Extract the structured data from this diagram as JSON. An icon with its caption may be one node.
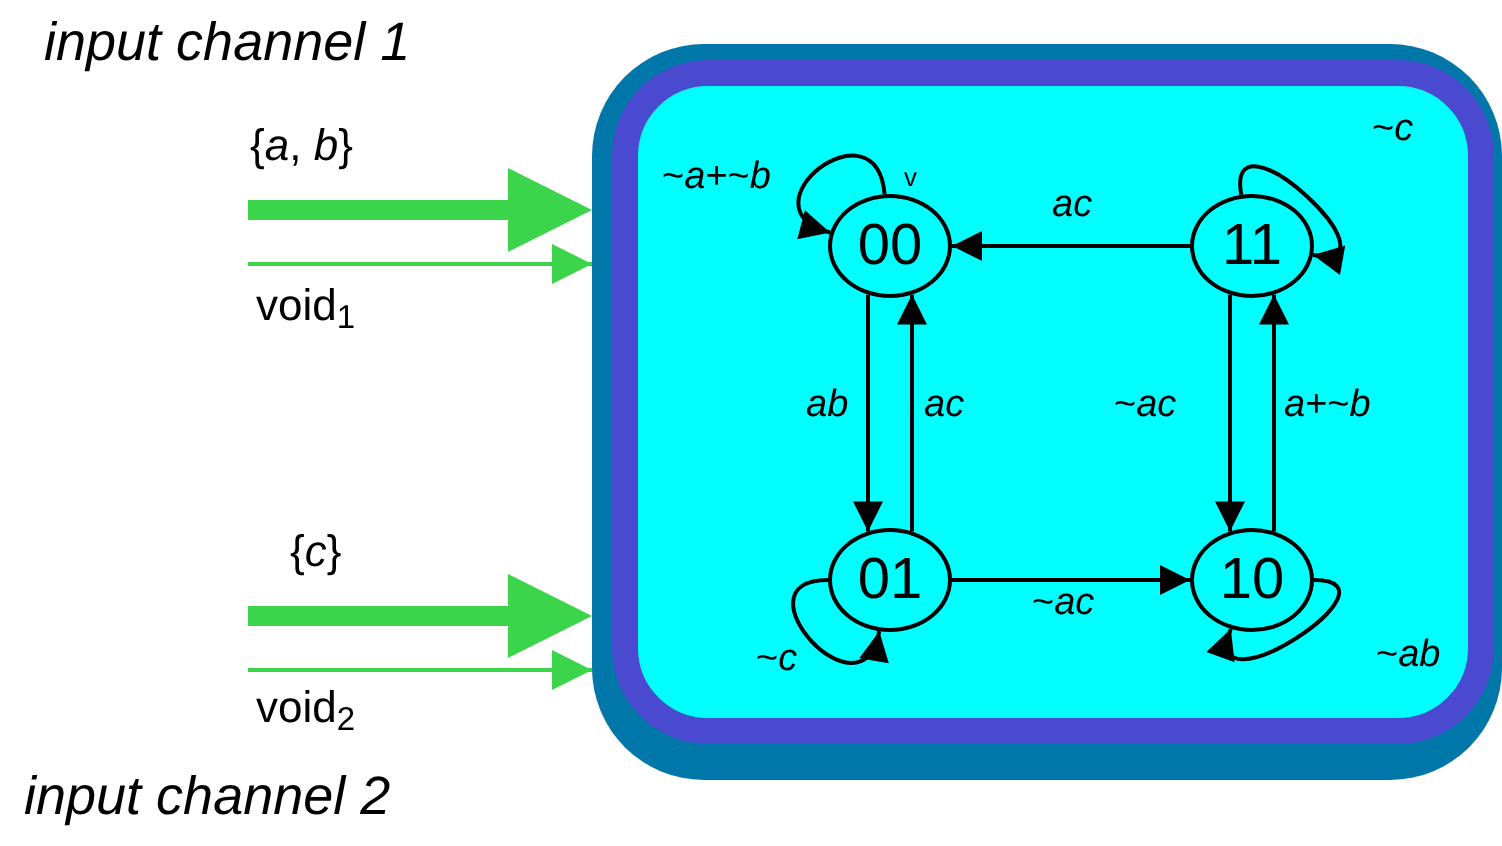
{
  "diagram": {
    "nodes": [
      {
        "text": [],
        "shape": "box"
      },
      {
        "text": [
          "00"
        ],
        "in": 0
      },
      {
        "text": [
          "11"
        ],
        "in": 0
      },
      {
        "text": [
          "01"
        ],
        "in": 0
      },
      {
        "text": [
          "10"
        ],
        "in": 0
      }
    ],
    "edges": [
      {
        "from": null,
        "to": 0,
        "arrow": "to",
        "label": "{*a*, *b*}",
        "style": "thick",
        "color": "#3cd44a"
      },
      {
        "from": null,
        "to": 0,
        "arrow": "to",
        "label": "void$_{1}$",
        "color": "#3cd44a"
      },
      {
        "from": null,
        "to": 0,
        "arrow": "to",
        "label": "{*c*}",
        "style": "thick",
        "color": "#3cd44a"
      },
      {
        "from": null,
        "to": 0,
        "arrow": "to",
        "label": "void$_{2}$",
        "color": "#3cd44a"
      },
      {
        "from": 1,
        "to": 1,
        "arrow": "to",
        "label": "~*a*+~*b*"
      },
      {
        "from": 2,
        "to": 1,
        "arrow": "to",
        "label": "*ac*"
      },
      {
        "from": 1,
        "to": 3,
        "arrow": "to",
        "label": "*ab*"
      },
      {
        "from": 3,
        "to": 1,
        "arrow": "to",
        "label": "*ac*"
      },
      {
        "from": 2,
        "to": 4,
        "arrow": "to",
        "label": "~*ac*"
      },
      {
        "from": 4,
        "to": 2,
        "arrow": "to",
        "label": "*a*+~*b*"
      },
      {
        "from": 2,
        "to": 2,
        "arrow": "to",
        "label": "~*c*"
      },
      {
        "from": 3,
        "to": 4,
        "arrow": "to",
        "label": "~*ac*"
      },
      {
        "from": 3,
        "to": 3,
        "arrow": "to",
        "label": "~*c*"
      },
      {
        "from": 4,
        "to": 4,
        "arrow": "to",
        "label": "~*ab*"
      }
    ],
    "labels": [
      "input channel 1",
      "v",
      "input channel 2"
    ]
  }
}
